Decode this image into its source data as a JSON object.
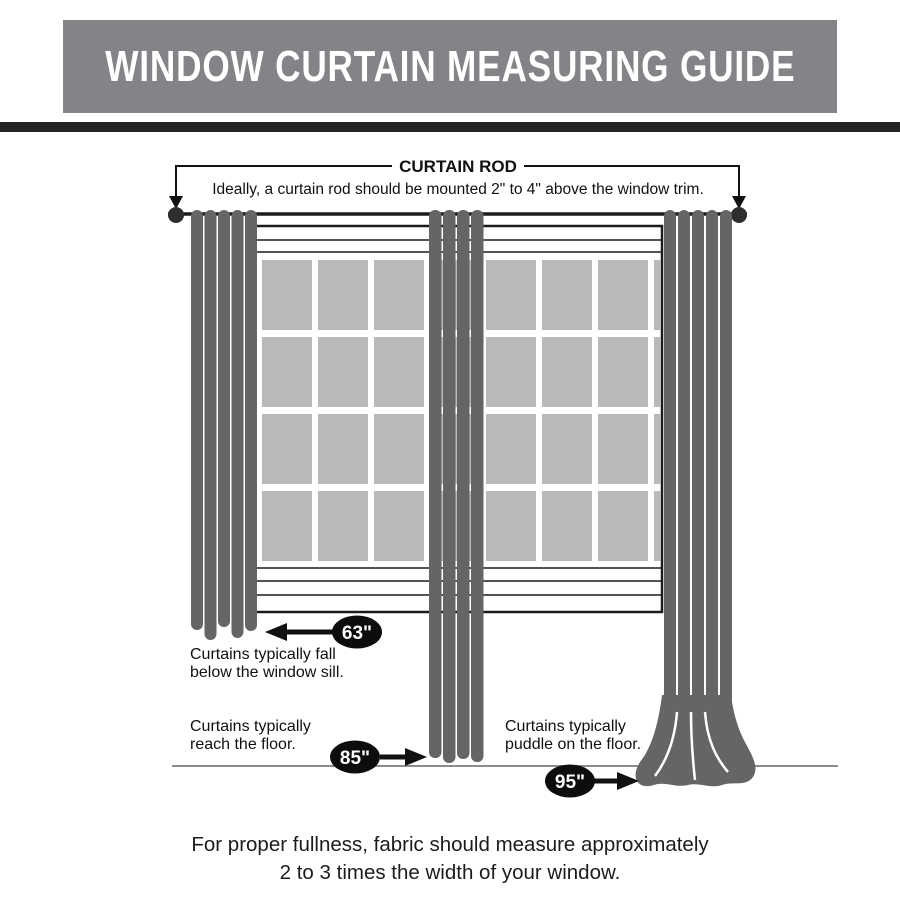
{
  "header": {
    "title": "WINDOW CURTAIN MEASURING GUIDE"
  },
  "diagram": {
    "rod": {
      "label": "CURTAIN ROD",
      "note": "Ideally, a curtain rod should be mounted 2\" to 4\" above the window trim."
    },
    "measurements": [
      {
        "value": "63\"",
        "caption_lines": [
          "Curtains typically fall",
          "below the window sill."
        ]
      },
      {
        "value": "85\"",
        "caption_lines": [
          "Curtains typically",
          "reach the floor."
        ]
      },
      {
        "value": "95\"",
        "caption_lines": [
          "Curtains typically",
          "puddle on the floor."
        ]
      }
    ],
    "colors": {
      "header_bg": "#828487",
      "divider": "#232323",
      "curtain": "#646567",
      "window_pane": "#b8b9bb",
      "ink": "#111111"
    }
  },
  "footer": {
    "line1": "For proper fullness, fabric should measure approximately",
    "line2": "2 to 3 times the width of your window."
  }
}
